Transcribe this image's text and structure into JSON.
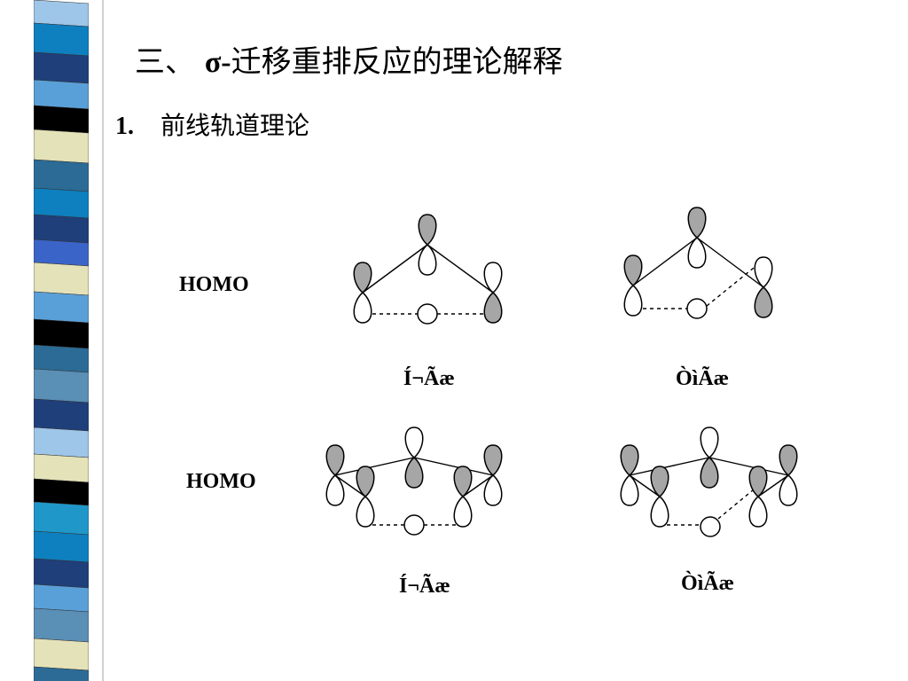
{
  "slide": {
    "section_number": "三、",
    "title_sigma": "σ-",
    "title_text": "迁移重排反应的理论解释",
    "subtitle_number": "1.",
    "subtitle_text": "前线轨道理论"
  },
  "diagram": {
    "row1": {
      "homo_label": "HOMO",
      "caption_left": "Í¬Ãæ",
      "caption_right": "ÒìÃæ"
    },
    "row2": {
      "homo_label": "HOMO",
      "caption_left": "Í¬Ãæ",
      "caption_right": "ÒìÃæ"
    }
  },
  "colors": {
    "lobe_fill": "#a6a6a6",
    "lobe_empty": "#ffffff",
    "stroke": "#000000"
  }
}
